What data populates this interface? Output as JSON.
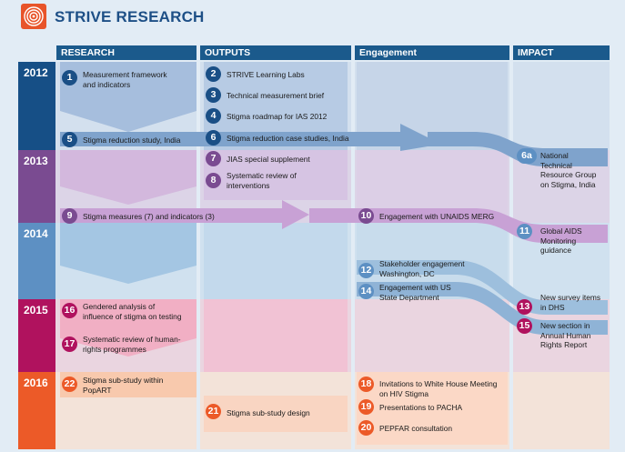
{
  "title": "STRIVE RESEARCH",
  "logo_icon": "concentric-circles-icon",
  "columns": [
    "RESEARCH",
    "OUTPUTS",
    "Engagement",
    "IMPACT"
  ],
  "years": [
    "2012",
    "2013",
    "2014",
    "2015",
    "2016"
  ],
  "colors": {
    "header": "#1b5a8c",
    "y2012": "#164f86",
    "y2013": "#7a4b91",
    "y2014": "#5d90c3",
    "y2015": "#b0125e",
    "y2016": "#ec5a28"
  },
  "items": {
    "i1": {
      "n": "1",
      "text": "Measurement framework\nand indicators"
    },
    "i2": {
      "n": "2",
      "text": "STRIVE Learning Labs"
    },
    "i3": {
      "n": "3",
      "text": "Technical measurement brief"
    },
    "i4": {
      "n": "4",
      "text": "Stigma roadmap for IAS 2012"
    },
    "i5": {
      "n": "5",
      "text": "Stigma reduction study, India"
    },
    "i6": {
      "n": "6",
      "text": "Stigma reduction case studies, India"
    },
    "i6a": {
      "n": "6a",
      "text": "National\nTechnical\nResource Group\non Stigma, India"
    },
    "i7": {
      "n": "7",
      "text": "JIAS special supplement"
    },
    "i8": {
      "n": "8",
      "text": "Systematic review of\ninterventions"
    },
    "i9": {
      "n": "9",
      "text": "Stigma measures (7) and indicators (3)"
    },
    "i10": {
      "n": "10",
      "text": "Engagement with UNAIDS MERG"
    },
    "i11": {
      "n": "11",
      "text": "Global AIDS\nMonitoring\nguidance"
    },
    "i12": {
      "n": "12",
      "text": "Stakeholder engagement\nWashington, DC"
    },
    "i13": {
      "n": "13",
      "text": "New survey items\nin DHS"
    },
    "i14": {
      "n": "14",
      "text": "Engagement with US\nState Department"
    },
    "i15": {
      "n": "15",
      "text": "New section in\nAnnual Human\nRights Report"
    },
    "i16": {
      "n": "16",
      "text": "Gendered analysis of\ninfluence of stigma on testing"
    },
    "i17": {
      "n": "17",
      "text": "Systematic review of human-\nrights programmes"
    },
    "i18": {
      "n": "18",
      "text": "Invitations to White House Meeting\non HIV Stigma"
    },
    "i19": {
      "n": "19",
      "text": "Presentations to PACHA"
    },
    "i20": {
      "n": "20",
      "text": "PEPFAR consultation"
    },
    "i21": {
      "n": "21",
      "text": "Stigma sub-study design"
    },
    "i22": {
      "n": "22",
      "text": "Stigma sub-study within\nPopART"
    }
  }
}
